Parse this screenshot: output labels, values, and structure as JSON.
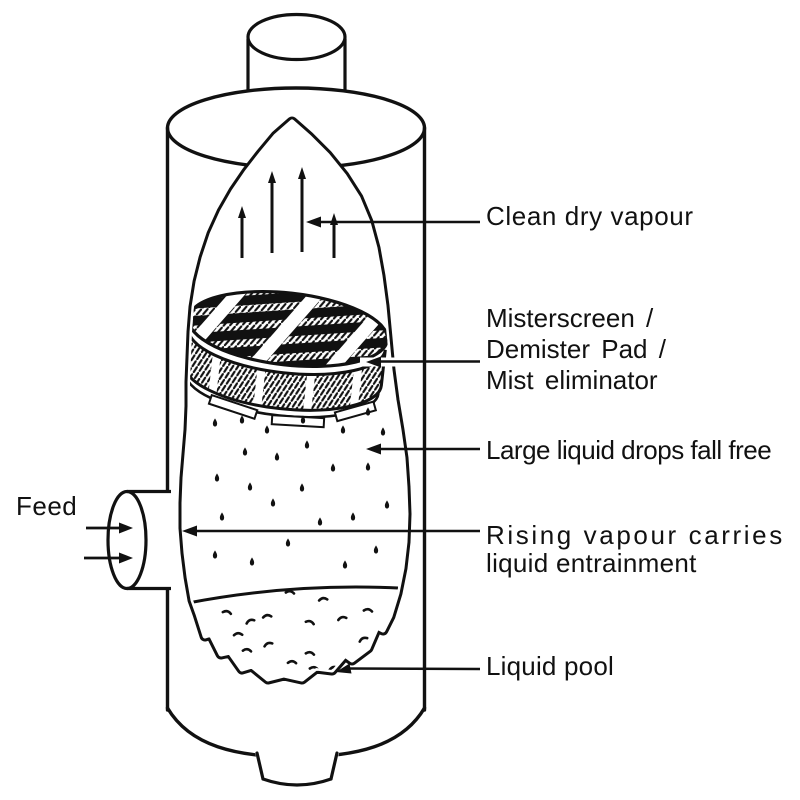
{
  "colors": {
    "ink": "#111111",
    "paper": "#ffffff"
  },
  "labels": {
    "feed": "Feed",
    "clean_dry_vapour": "Clean dry vapour",
    "demister_line1": "Misterscreen /",
    "demister_line2": "Demister Pad /",
    "demister_line3": "Mist eliminator",
    "large_drops": "Large liquid drops fall free",
    "rising_line1": "Rising vapour carries",
    "rising_line2": "liquid entrainment",
    "liquid_pool": "Liquid pool"
  }
}
